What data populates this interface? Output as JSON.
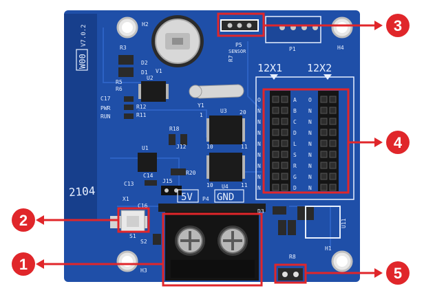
{
  "board": {
    "model": "W00",
    "version": "V7.0.2",
    "date_code": "2104",
    "conn_12x1": "12X1",
    "conn_12x2": "12X2",
    "power_5v": "5V",
    "power_gnd": "GND",
    "power_ref": "P4",
    "sensor_ref": "P5",
    "sensor_label": "SENSOR",
    "p1_ref": "P1",
    "h1": "H1",
    "h2": "H2",
    "h3": "H3",
    "h4": "H4",
    "u1": "U1",
    "u2": "U2",
    "u3": "U3",
    "u4": "U4",
    "u11": "U11",
    "y1": "Y1",
    "x1": "X1",
    "v1": "V1",
    "d1": "D1",
    "d2": "D2",
    "d3": "D3",
    "r3": "R3",
    "r5": "R5",
    "r6": "R6",
    "r7": "R7",
    "r8": "R8",
    "r11": "R11",
    "r12": "R12",
    "r18": "R18",
    "r20": "R20",
    "j12": "J12",
    "j15": "J15",
    "c13": "C13",
    "c14": "C14",
    "c16": "C16",
    "c17": "C17",
    "s1": "S1",
    "s2": "S2",
    "pwr": "PWR",
    "run": "RUN",
    "pin20": "20",
    "pin10": "10",
    "pin11": "11",
    "pin10b": "10",
    "pin11b": "11",
    "pin1": "1"
  },
  "pin_letters_12x1": [
    "A",
    "B",
    "C",
    "D",
    "L",
    "S",
    "R",
    "G",
    "D"
  ],
  "pin_side_12x1": [
    "O",
    "N",
    "N",
    "N",
    "N",
    "N",
    "N",
    "N",
    "N"
  ],
  "pin_letters_12x2": [
    "O",
    "N",
    "N",
    "N",
    "N",
    "N",
    "N",
    "N",
    "N"
  ],
  "callouts": [
    {
      "number": "1",
      "target": "power terminal block"
    },
    {
      "number": "2",
      "target": "test button"
    },
    {
      "number": "3",
      "target": "sensor header"
    },
    {
      "number": "4",
      "target": "HUB12 output ports"
    },
    {
      "number": "5",
      "target": "R8 header"
    }
  ],
  "colors": {
    "pcb": "#1f4fa8",
    "pcb_dark": "#173f8c",
    "callout_red": "#e0262a",
    "silk": "#e8f0ff",
    "header": "#1a1a1a",
    "terminal": "#161616",
    "pad": "#c9c9c9"
  }
}
